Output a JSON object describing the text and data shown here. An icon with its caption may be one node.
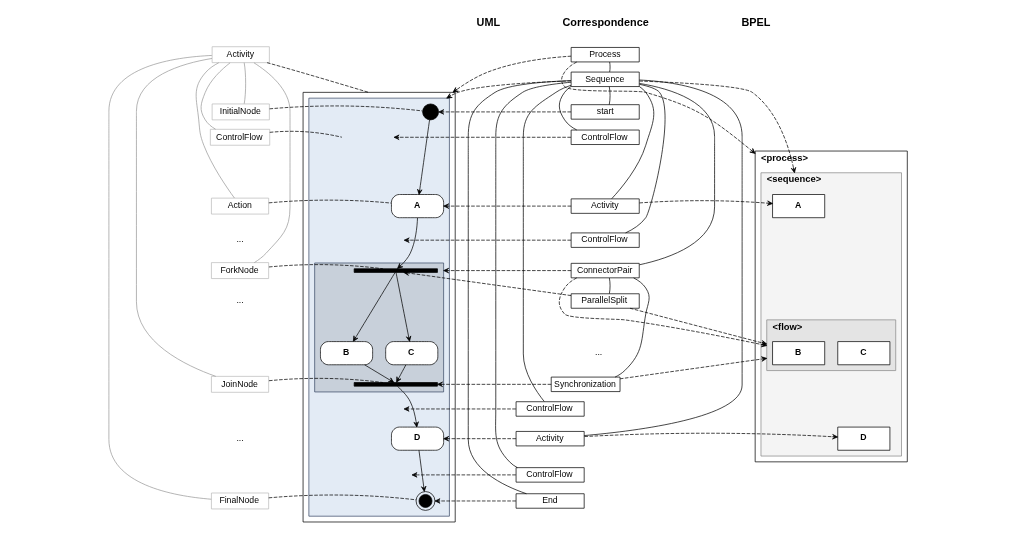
{
  "diagram": {
    "nodes": [
      {
        "text": [
          "Activity"
        ]
      },
      {
        "text": [
          "InitialNode"
        ]
      },
      {
        "text": [
          "ControlFlow"
        ]
      },
      {
        "text": [
          "Action"
        ]
      },
      {
        "text": [
          "ForkNode"
        ]
      },
      {
        "text": [
          "JoinNode"
        ]
      },
      {
        "text": [
          "FinalNode"
        ]
      },
      {
        "text": [],
        "shape": "box"
      },
      {
        "text": [],
        "shape": "box",
        "in": 7
      },
      {
        "text": [],
        "shape": "circle",
        "in": 8
      },
      {
        "text": [
          "A"
        ],
        "in": 8
      },
      {
        "text": [],
        "shape": "box",
        "in": 8
      },
      {
        "text": [],
        "shape": "bar",
        "in": 11
      },
      {
        "text": [
          "B"
        ],
        "in": 11
      },
      {
        "text": [
          "C"
        ],
        "in": 11
      },
      {
        "text": [],
        "shape": "bar",
        "in": 11
      },
      {
        "text": [
          "D"
        ],
        "in": 8
      },
      {
        "text": [],
        "shape": "circle",
        "in": 8
      },
      {
        "text": [
          "Process"
        ]
      },
      {
        "text": [
          "Sequence"
        ]
      },
      {
        "text": [
          "start"
        ]
      },
      {
        "text": [
          "ControlFlow"
        ]
      },
      {
        "text": [
          "Activity"
        ]
      },
      {
        "text": [
          "ControlFlow"
        ]
      },
      {
        "text": [
          "ConnectorPair"
        ]
      },
      {
        "text": [
          "ParallelSplit"
        ]
      },
      {
        "text": [
          "Synchronization"
        ]
      },
      {
        "text": [
          "ControlFlow"
        ]
      },
      {
        "text": [
          "Activity"
        ]
      },
      {
        "text": [
          "ControlFlow"
        ]
      },
      {
        "text": [
          "End"
        ]
      },
      {
        "text": [
          "<process>"
        ]
      },
      {
        "text": [
          "<sequence>"
        ],
        "in": 31
      },
      {
        "text": [
          "A"
        ],
        "in": 32
      },
      {
        "text": [
          "<flow>"
        ],
        "in": 32
      },
      {
        "text": [
          "B"
        ],
        "in": 34
      },
      {
        "text": [
          "C"
        ],
        "in": 34
      },
      {
        "text": [
          "D"
        ],
        "in": 32
      }
    ],
    "edges": [
      {
        "from": 0,
        "to": 1,
        "arrow": "none",
        "color": "#999999"
      },
      {
        "from": 0,
        "to": 2,
        "arrow": "none",
        "color": "#999999"
      },
      {
        "from": 0,
        "to": 3,
        "arrow": "none",
        "color": "#999999"
      },
      {
        "from": 0,
        "to": 4,
        "arrow": "none",
        "color": "#999999"
      },
      {
        "from": 0,
        "to": 5,
        "arrow": "none",
        "color": "#999999"
      },
      {
        "from": 0,
        "to": 6,
        "arrow": "none",
        "color": "#999999"
      },
      {
        "from": 0,
        "to": 7,
        "arrow": "none",
        "style": "dashed"
      },
      {
        "from": 1,
        "to": 9,
        "arrow": "none",
        "style": "dashed"
      },
      {
        "from": 2,
        "to": null,
        "arrow": "none",
        "style": "dashed"
      },
      {
        "from": 3,
        "to": 10,
        "arrow": "none",
        "style": "dashed"
      },
      {
        "from": 4,
        "to": 12,
        "arrow": "none",
        "style": "dashed"
      },
      {
        "from": 5,
        "to": 15,
        "arrow": "none",
        "style": "dashed"
      },
      {
        "from": 6,
        "to": 17,
        "arrow": "none",
        "style": "dashed"
      },
      {
        "from": 9,
        "to": 10,
        "arrow": "to"
      },
      {
        "from": 10,
        "to": 12,
        "arrow": "to"
      },
      {
        "from": 12,
        "to": 13,
        "arrow": "to"
      },
      {
        "from": 12,
        "to": 14,
        "arrow": "to"
      },
      {
        "from": 13,
        "to": 15,
        "arrow": "to"
      },
      {
        "from": 14,
        "to": 15,
        "arrow": "to"
      },
      {
        "from": 15,
        "to": 16,
        "arrow": "to"
      },
      {
        "from": 16,
        "to": 17,
        "arrow": "to"
      },
      {
        "from": 18,
        "to": 19,
        "arrow": "none"
      },
      {
        "from": 19,
        "to": 20,
        "arrow": "none"
      },
      {
        "from": 19,
        "to": 21,
        "arrow": "none"
      },
      {
        "from": 19,
        "to": 22,
        "arrow": "none"
      },
      {
        "from": 19,
        "to": 23,
        "arrow": "none"
      },
      {
        "from": 19,
        "to": 24,
        "arrow": "none"
      },
      {
        "from": 24,
        "to": 25,
        "arrow": "none"
      },
      {
        "from": 24,
        "to": 26,
        "arrow": "none"
      },
      {
        "from": 19,
        "to": 27,
        "arrow": "none"
      },
      {
        "from": 19,
        "to": 28,
        "arrow": "none"
      },
      {
        "from": 19,
        "to": 29,
        "arrow": "none"
      },
      {
        "from": 19,
        "to": 30,
        "arrow": "none"
      },
      {
        "from": 18,
        "to": 7,
        "arrow": "to",
        "style": "dashed"
      },
      {
        "from": 18,
        "to": 31,
        "arrow": "to",
        "style": "dashed"
      },
      {
        "from": 19,
        "to": 8,
        "arrow": "to",
        "style": "dashed"
      },
      {
        "from": 19,
        "to": 32,
        "arrow": "to",
        "style": "dashed"
      },
      {
        "from": 20,
        "to": 9,
        "arrow": "to",
        "style": "dashed"
      },
      {
        "from": 21,
        "to": null,
        "arrow": "to",
        "style": "dashed"
      },
      {
        "from": 22,
        "to": 10,
        "arrow": "to",
        "style": "dashed"
      },
      {
        "from": 22,
        "to": 33,
        "arrow": "to",
        "style": "dashed"
      },
      {
        "from": 23,
        "to": null,
        "arrow": "to",
        "style": "dashed"
      },
      {
        "from": 24,
        "to": 11,
        "arrow": "to",
        "style": "dashed"
      },
      {
        "from": 24,
        "to": 34,
        "arrow": "to",
        "style": "dashed"
      },
      {
        "from": 25,
        "to": 12,
        "arrow": "to",
        "style": "dashed"
      },
      {
        "from": 25,
        "to": 34,
        "arrow": "to",
        "style": "dashed"
      },
      {
        "from": 26,
        "to": 15,
        "arrow": "to",
        "style": "dashed"
      },
      {
        "from": 26,
        "to": 34,
        "arrow": "to",
        "style": "dashed"
      },
      {
        "from": 27,
        "to": null,
        "arrow": "to",
        "style": "dashed"
      },
      {
        "from": 28,
        "to": 16,
        "arrow": "to",
        "style": "dashed"
      },
      {
        "from": 28,
        "to": 37,
        "arrow": "to",
        "style": "dashed"
      },
      {
        "from": 29,
        "to": null,
        "arrow": "to",
        "style": "dashed"
      },
      {
        "from": 30,
        "to": 17,
        "arrow": "to",
        "style": "dashed"
      }
    ],
    "labels": [
      "UML",
      "Correspondence",
      "BPEL",
      "...",
      "...",
      "...",
      "..."
    ]
  }
}
